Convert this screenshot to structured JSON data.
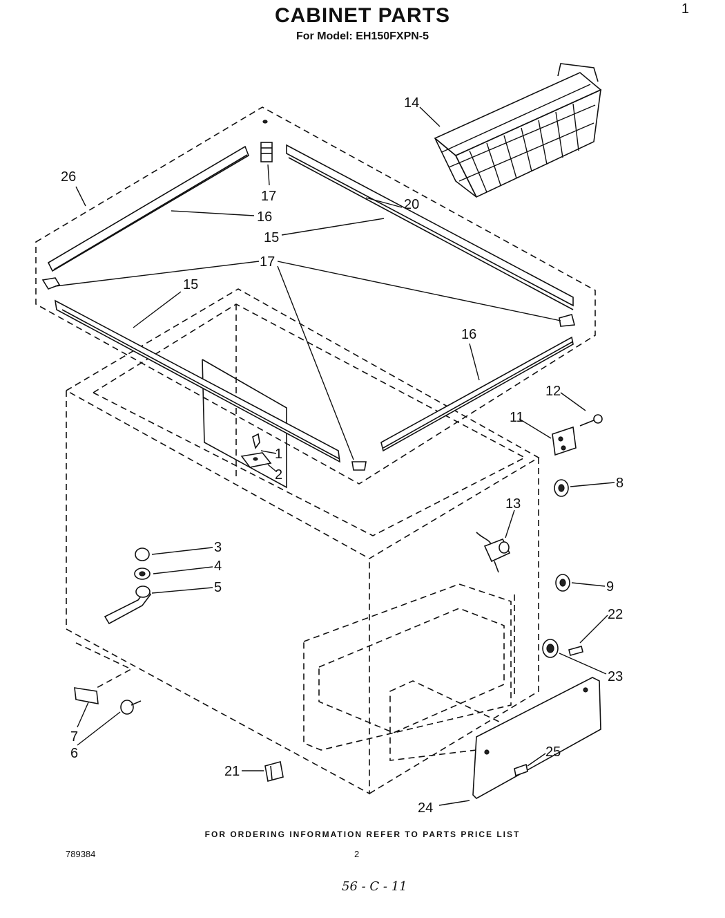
{
  "header": {
    "title": "CABINET PARTS",
    "subtitle": "For Model: EH150FXPN-5",
    "corner_mark": "1"
  },
  "footer": {
    "ordering_note": "FOR ORDERING INFORMATION REFER TO PARTS PRICE LIST",
    "doc_number": "789384",
    "page_number": "2",
    "handwritten": "56 - C - 11"
  },
  "callouts": [
    {
      "id": "c1",
      "label": "1"
    },
    {
      "id": "c2",
      "label": "2"
    },
    {
      "id": "c3",
      "label": "3"
    },
    {
      "id": "c4",
      "label": "4"
    },
    {
      "id": "c5",
      "label": "5"
    },
    {
      "id": "c6",
      "label": "6"
    },
    {
      "id": "c7",
      "label": "7"
    },
    {
      "id": "c8",
      "label": "8"
    },
    {
      "id": "c9",
      "label": "9"
    },
    {
      "id": "c11",
      "label": "11"
    },
    {
      "id": "c12",
      "label": "12"
    },
    {
      "id": "c13",
      "label": "13"
    },
    {
      "id": "c14",
      "label": "14"
    },
    {
      "id": "c15a",
      "label": "15"
    },
    {
      "id": "c15b",
      "label": "15"
    },
    {
      "id": "c16a",
      "label": "16"
    },
    {
      "id": "c16b",
      "label": "16"
    },
    {
      "id": "c17a",
      "label": "17"
    },
    {
      "id": "c17b",
      "label": "17"
    },
    {
      "id": "c20",
      "label": "20"
    },
    {
      "id": "c21",
      "label": "21"
    },
    {
      "id": "c22",
      "label": "22"
    },
    {
      "id": "c23",
      "label": "23"
    },
    {
      "id": "c24",
      "label": "24"
    },
    {
      "id": "c25",
      "label": "25"
    },
    {
      "id": "c26",
      "label": "26"
    }
  ]
}
